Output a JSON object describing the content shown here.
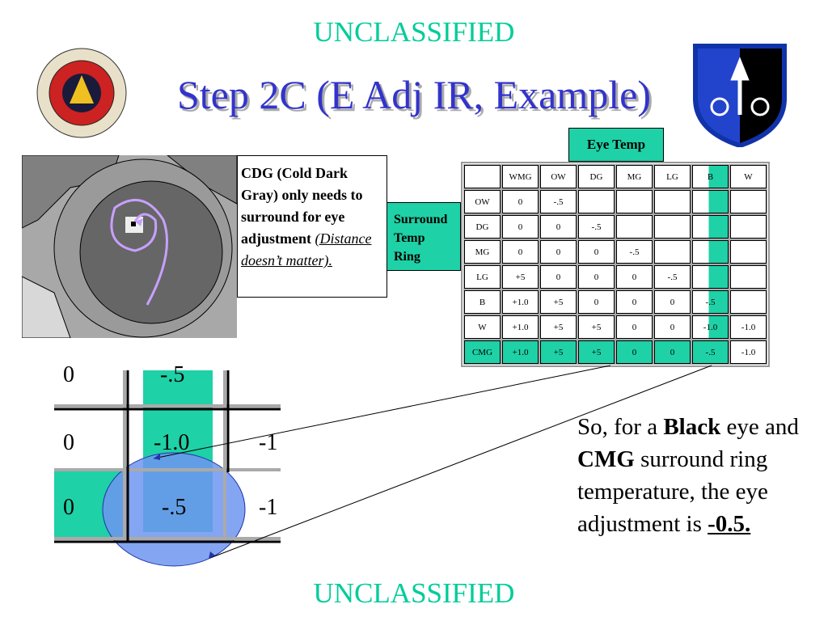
{
  "banner_top": "UNCLASSIFIED",
  "banner_bottom": "UNCLASSIFIED",
  "title": "Step 2C (E Adj IR, Example)",
  "note": {
    "line1": "CDG (Cold Dark Gray) only needs to surround for eye adjustment ",
    "line2": "(Distance doesn’t matter)."
  },
  "surround_label": "Surround Temp Ring",
  "eye_label": "Eye Temp",
  "table": {
    "headers": [
      "",
      "WMG",
      "OW",
      "DG",
      "MG",
      "LG",
      "B",
      "W"
    ],
    "rows": [
      [
        "OW",
        "0",
        "-.5",
        "",
        "",
        "",
        "",
        ""
      ],
      [
        "DG",
        "0",
        "0",
        "-.5",
        "",
        "",
        "",
        ""
      ],
      [
        "MG",
        "0",
        "0",
        "0",
        "-.5",
        "",
        "",
        ""
      ],
      [
        "LG",
        "+5",
        "0",
        "0",
        "0",
        "-.5",
        "",
        ""
      ],
      [
        "B",
        "+1.0",
        "+5",
        "0",
        "0",
        "0",
        "-.5",
        ""
      ],
      [
        "W",
        "+1.0",
        "+5",
        "+5",
        "0",
        "0",
        "-1.0",
        "-1.0"
      ],
      [
        "CMG",
        "+1.0",
        "+5",
        "+5",
        "0",
        "0",
        "-.5",
        "-1.0"
      ]
    ]
  },
  "inset": {
    "r0": [
      "0",
      "-.5",
      ""
    ],
    "r1": [
      "0",
      "-1.0",
      "-1"
    ],
    "r2": [
      "0",
      "-.5",
      "-1"
    ]
  },
  "conclusion": {
    "a": "So, for a ",
    "b": "Black",
    "c": " eye and ",
    "d": "CMG",
    "e": " surround ring temperature, the eye adjustment is ",
    "f": "-0.5."
  },
  "colors": {
    "banner": "#00cc99",
    "title": "#3333cc",
    "highlight": "#1fd1a6"
  }
}
